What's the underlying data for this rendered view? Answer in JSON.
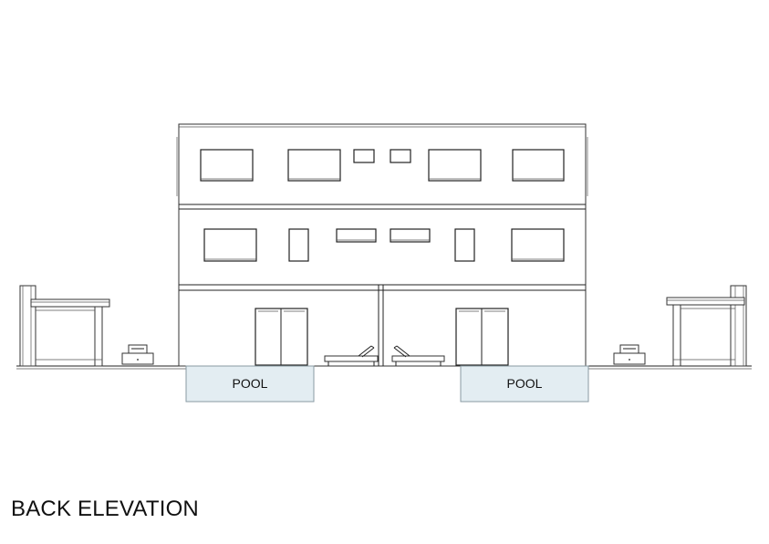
{
  "drawing": {
    "title": "BACK ELEVATION",
    "pools": [
      {
        "label": "POOL"
      },
      {
        "label": "POOL"
      }
    ]
  }
}
